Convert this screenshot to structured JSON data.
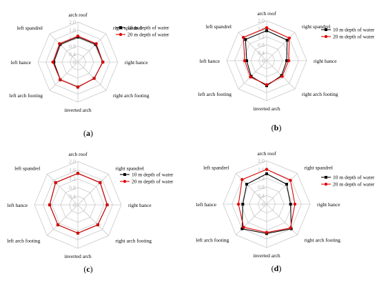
{
  "chart_data": [
    {
      "type": "radar",
      "panel_label": "a",
      "axes": [
        "arch roof",
        "right spandrel",
        "right hance",
        "right arch footing",
        "inverted arch",
        "left arch footing",
        "left hance",
        "left spandrel"
      ],
      "axis_display": [
        "arch roof",
        "right spandrel",
        "right hance",
        "right arch footing",
        "inverted arch",
        "left arch footing",
        "left hance",
        "left spandrel"
      ],
      "rlim": [
        0,
        2.0
      ],
      "rticks": [
        "0",
        "0.4",
        "0.8",
        "1.2",
        "1.6",
        "2.0"
      ],
      "legend_position": "top-right",
      "series": [
        {
          "name": "10 m depth of water",
          "color": "#000000",
          "marker": "square",
          "values": [
            1.25,
            1.25,
            1.25,
            1.15,
            1.25,
            1.25,
            1.2,
            1.25
          ]
        },
        {
          "name": "20 m depth of water",
          "color": "#e00000",
          "marker": "circle",
          "values": [
            1.3,
            1.3,
            1.25,
            1.15,
            1.25,
            1.25,
            1.25,
            1.3
          ]
        }
      ]
    },
    {
      "type": "radar",
      "panel_label": "b",
      "axes": [
        "arch roof",
        "right spandrel",
        "right hance",
        "right arch footing",
        "inverted arch",
        "left arch footing",
        "left hance",
        "left spandrel"
      ],
      "axis_display": [
        "arch roof",
        "right spandrel",
        "right hance",
        "right arch footing",
        "inverted arch",
        "left arch footing",
        "left hance",
        "left spandrel"
      ],
      "rlim": [
        0,
        2.0
      ],
      "rticks": [
        "0",
        "0.4",
        "0.8",
        "1.2",
        "1.6",
        "2.0"
      ],
      "legend_position": "top-right",
      "series": [
        {
          "name": "10 m depth of water",
          "color": "#000000",
          "marker": "square",
          "values": [
            1.5,
            1.45,
            1.0,
            1.05,
            1.25,
            1.1,
            1.0,
            1.5
          ]
        },
        {
          "name": "20 m depth of water",
          "color": "#e00000",
          "marker": "circle",
          "values": [
            1.65,
            1.6,
            1.1,
            1.1,
            1.2,
            1.15,
            1.1,
            1.65
          ]
        }
      ]
    },
    {
      "type": "radar",
      "panel_label": "c",
      "axes": [
        "arch roof",
        "right spandrel",
        "right hance",
        "right arch footing",
        "inverted arch",
        "left arch footing",
        "left hance",
        "left spandrel"
      ],
      "axis_display": [
        "arch roof",
        "right spandrel",
        "right hance",
        "right arch footing",
        "inverted arch",
        "left arch footing",
        "left hance",
        "left spandrel"
      ],
      "rlim": [
        0,
        2.0
      ],
      "rticks": [
        "0",
        "0.4",
        "0.8",
        "1.2",
        "1.6",
        "2.0"
      ],
      "legend_position": "top-right",
      "series": [
        {
          "name": "10 m depth of water",
          "color": "#000000",
          "marker": "square",
          "values": [
            1.45,
            1.45,
            1.35,
            1.3,
            1.3,
            1.3,
            1.3,
            1.45
          ]
        },
        {
          "name": "20 m depth of water",
          "color": "#e00000",
          "marker": "circle",
          "values": [
            1.45,
            1.45,
            1.35,
            1.3,
            1.3,
            1.3,
            1.3,
            1.45
          ]
        }
      ]
    },
    {
      "type": "radar",
      "panel_label": "d",
      "axes": [
        "arch roof",
        "right spandrel",
        "right hance",
        "right arch footing",
        "inverted arch",
        "left arch footing",
        "left hance",
        "left spandrel"
      ],
      "axis_display": [
        "arch roof",
        "right spandrel",
        "right hance",
        "right arch footing",
        "inverted arch",
        "left arch footing",
        "left hance",
        "left spandrel"
      ],
      "rlim": [
        0,
        2.0
      ],
      "rticks": [
        "0",
        "0.4",
        "0.8",
        "1.2",
        "1.6",
        "2.0"
      ],
      "legend_position": "top-right",
      "series": [
        {
          "name": "10 m depth of water",
          "color": "#000000",
          "marker": "square",
          "values": [
            1.4,
            1.3,
            1.1,
            1.6,
            1.35,
            1.6,
            1.1,
            1.3
          ]
        },
        {
          "name": "20 m depth of water",
          "color": "#e00000",
          "marker": "circle",
          "values": [
            1.6,
            1.55,
            1.3,
            1.55,
            1.3,
            1.5,
            1.3,
            1.6
          ]
        }
      ]
    }
  ]
}
